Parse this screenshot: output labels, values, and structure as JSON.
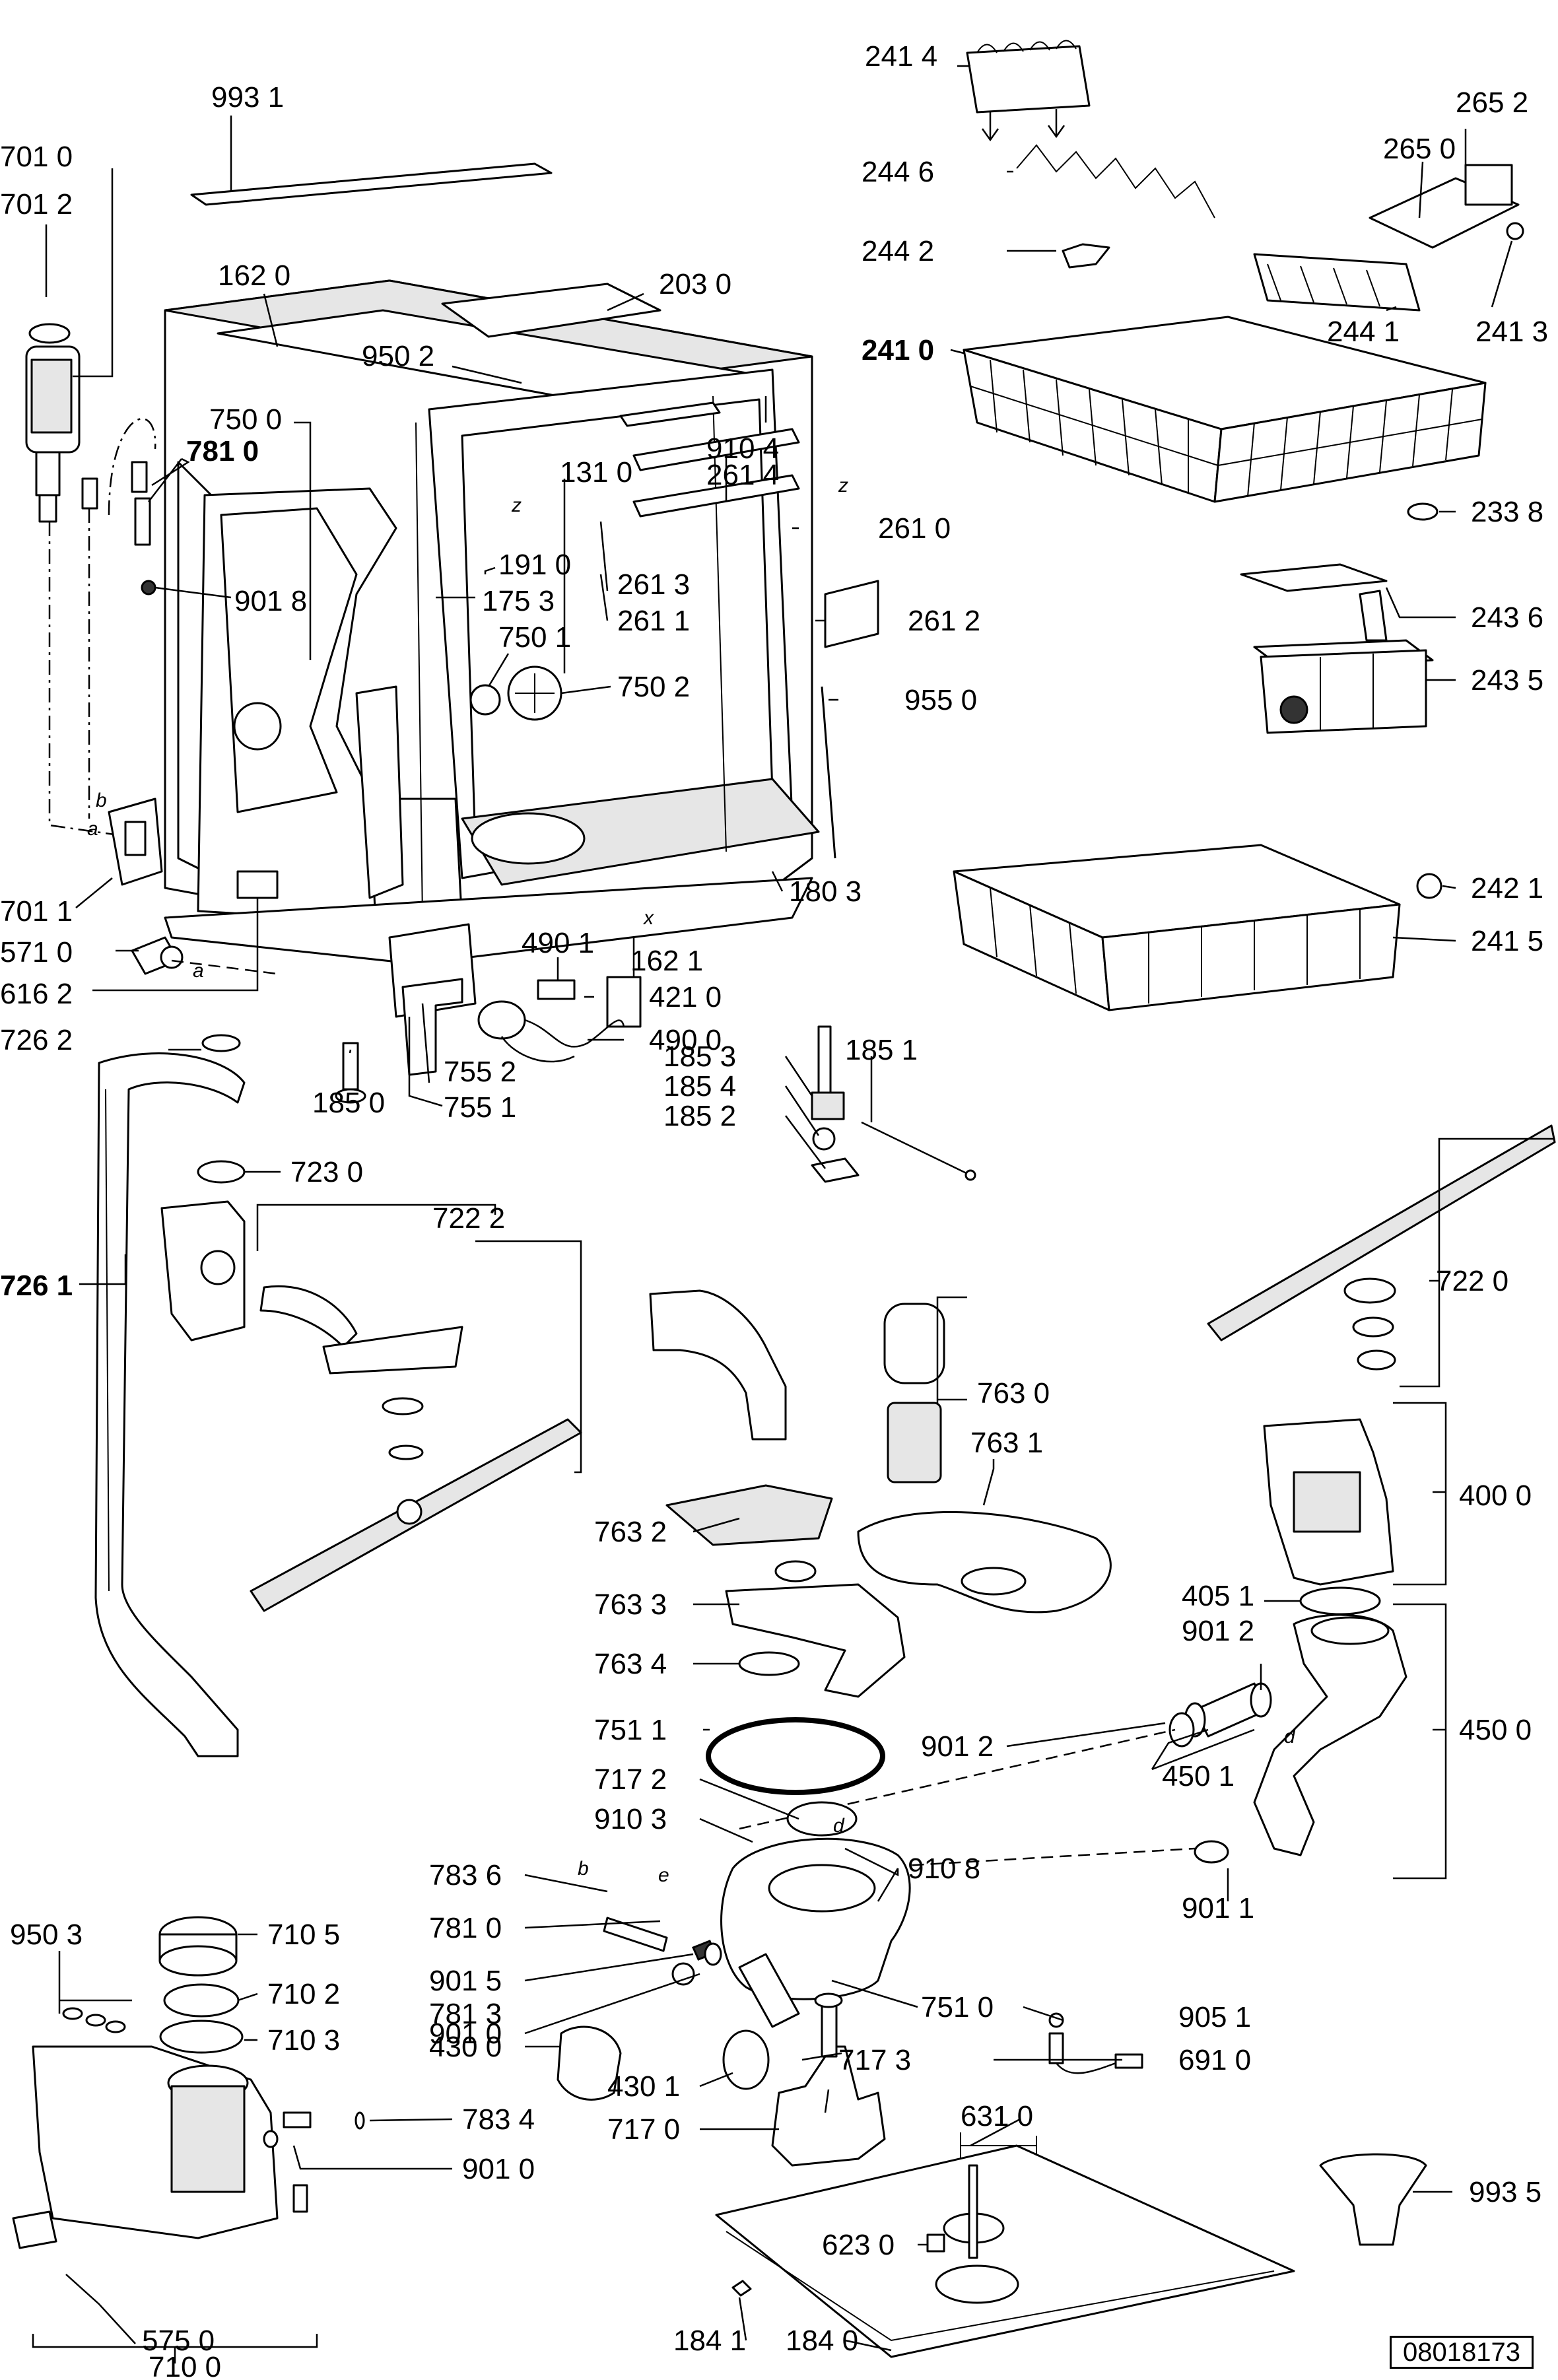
{
  "diagram_code": "08018173",
  "parts": [
    {
      "id": "p9931",
      "label": "993 1"
    },
    {
      "id": "p7010",
      "label": "701 0"
    },
    {
      "id": "p7012",
      "label": "701 2"
    },
    {
      "id": "p1620",
      "label": "162 0"
    },
    {
      "id": "p2030",
      "label": "203 0"
    },
    {
      "id": "p9502",
      "label": "950 2"
    },
    {
      "id": "p7500",
      "label": "750 0"
    },
    {
      "id": "p7810a",
      "label": "781 0"
    },
    {
      "id": "p1310",
      "label": "131 0"
    },
    {
      "id": "p9104",
      "label": "910 4"
    },
    {
      "id": "p2614",
      "label": "261 4"
    },
    {
      "id": "p2610",
      "label": "261 0"
    },
    {
      "id": "p1910",
      "label": "191 0"
    },
    {
      "id": "p9018",
      "label": "901 8"
    },
    {
      "id": "p1753",
      "label": "175 3"
    },
    {
      "id": "p2613",
      "label": "261 3"
    },
    {
      "id": "p2611",
      "label": "261 1"
    },
    {
      "id": "p2612",
      "label": "261 2"
    },
    {
      "id": "p7501",
      "label": "750 1"
    },
    {
      "id": "p7502",
      "label": "750 2"
    },
    {
      "id": "p9550",
      "label": "955 0"
    },
    {
      "id": "p1803",
      "label": "180 3"
    },
    {
      "id": "p7011",
      "label": "701 1"
    },
    {
      "id": "p5710",
      "label": "571 0"
    },
    {
      "id": "p4901",
      "label": "490 1"
    },
    {
      "id": "p1621",
      "label": "162 1"
    },
    {
      "id": "p4210",
      "label": "421 0"
    },
    {
      "id": "p6162",
      "label": "616 2"
    },
    {
      "id": "p4900",
      "label": "490 0"
    },
    {
      "id": "p7262",
      "label": "726 2"
    },
    {
      "id": "p1850",
      "label": "185 0"
    },
    {
      "id": "p7552",
      "label": "755 2"
    },
    {
      "id": "p7551",
      "label": "755 1"
    },
    {
      "id": "p1851",
      "label": "185 1"
    },
    {
      "id": "p1853",
      "label": "185 3"
    },
    {
      "id": "p1854",
      "label": "185 4"
    },
    {
      "id": "p1852",
      "label": "185 2"
    },
    {
      "id": "p7230",
      "label": "723 0"
    },
    {
      "id": "p7222",
      "label": "722 2"
    },
    {
      "id": "p7261",
      "label": "726 1"
    },
    {
      "id": "p2414",
      "label": "241 4"
    },
    {
      "id": "p2652",
      "label": "265 2"
    },
    {
      "id": "p2650",
      "label": "265 0"
    },
    {
      "id": "p2446",
      "label": "244 6"
    },
    {
      "id": "p2442",
      "label": "244 2"
    },
    {
      "id": "p2441",
      "label": "244 1"
    },
    {
      "id": "p2413",
      "label": "241 3"
    },
    {
      "id": "p2410",
      "label": "241 0"
    },
    {
      "id": "p2338",
      "label": "233 8"
    },
    {
      "id": "p2436",
      "label": "243 6"
    },
    {
      "id": "p2435",
      "label": "243 5"
    },
    {
      "id": "p2421",
      "label": "242 1"
    },
    {
      "id": "p2415",
      "label": "241 5"
    },
    {
      "id": "p7220",
      "label": "722 0"
    },
    {
      "id": "p7630",
      "label": "763 0"
    },
    {
      "id": "p7631",
      "label": "763 1"
    },
    {
      "id": "p7632",
      "label": "763 2"
    },
    {
      "id": "p7633",
      "label": "763 3"
    },
    {
      "id": "p7634",
      "label": "763 4"
    },
    {
      "id": "p4000",
      "label": "400 0"
    },
    {
      "id": "p4051",
      "label": "405 1"
    },
    {
      "id": "p9012a",
      "label": "901 2"
    },
    {
      "id": "p4500",
      "label": "450 0"
    },
    {
      "id": "p7511",
      "label": "751 1"
    },
    {
      "id": "p9012b",
      "label": "901 2"
    },
    {
      "id": "p4501",
      "label": "450 1"
    },
    {
      "id": "p7172",
      "label": "717 2"
    },
    {
      "id": "p9103",
      "label": "910 3"
    },
    {
      "id": "p9108",
      "label": "910 8"
    },
    {
      "id": "p7836",
      "label": "783 6"
    },
    {
      "id": "p7810b",
      "label": "781 0"
    },
    {
      "id": "p9011",
      "label": "901 1"
    },
    {
      "id": "p9503",
      "label": "950 3"
    },
    {
      "id": "p7105",
      "label": "710 5"
    },
    {
      "id": "p9015",
      "label": "901 5"
    },
    {
      "id": "p9010a",
      "label": "901 0"
    },
    {
      "id": "p7102",
      "label": "710 2"
    },
    {
      "id": "p7813",
      "label": "781 3"
    },
    {
      "id": "p7510",
      "label": "751 0"
    },
    {
      "id": "p9051",
      "label": "905 1"
    },
    {
      "id": "p7103",
      "label": "710 3"
    },
    {
      "id": "p4300",
      "label": "430 0"
    },
    {
      "id": "p7173",
      "label": "717 3"
    },
    {
      "id": "p6910",
      "label": "691 0"
    },
    {
      "id": "p4301",
      "label": "430 1"
    },
    {
      "id": "p7170",
      "label": "717 0"
    },
    {
      "id": "p6310",
      "label": "631 0"
    },
    {
      "id": "p7834",
      "label": "783 4"
    },
    {
      "id": "p9010b",
      "label": "901 0"
    },
    {
      "id": "p9935",
      "label": "993 5"
    },
    {
      "id": "p6230",
      "label": "623 0"
    },
    {
      "id": "p5750",
      "label": "575 0"
    },
    {
      "id": "p1841",
      "label": "184 1"
    },
    {
      "id": "p1840",
      "label": "184 0"
    },
    {
      "id": "p7100",
      "label": "710 0"
    }
  ],
  "connection_letters": [
    "a",
    "b",
    "z",
    "x",
    "d",
    "e"
  ]
}
